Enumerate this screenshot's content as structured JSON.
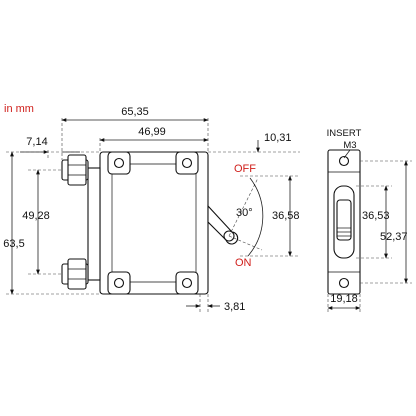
{
  "units_note": "in mm",
  "labels": {
    "off": "OFF",
    "on": "ON",
    "angle": "30°",
    "insert_line1": "INSERT",
    "insert_line2": "M3"
  },
  "dimensions": {
    "overall_length": "65,35",
    "body_length": "46,99",
    "terminal_offset": "7,14",
    "terminal_spacing": "49,28",
    "overall_height": "63,5",
    "top_offset": "10,31",
    "handle_span": "36,58",
    "bottom_offset": "3,81",
    "side_span": "36,53",
    "side_height": "52,37",
    "width": "19,18"
  }
}
